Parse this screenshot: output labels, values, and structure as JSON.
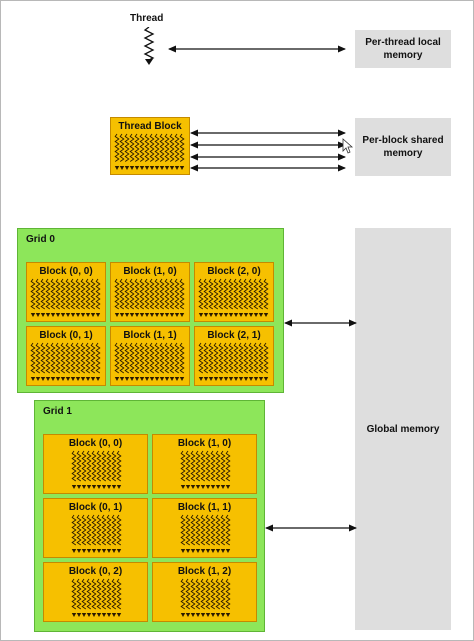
{
  "thread_label": "Thread",
  "thread_block_label": "Thread Block",
  "memory": {
    "per_thread_local": "Per-thread local\nmemory",
    "per_block_shared": "Per-block shared\nmemory",
    "global": "Global memory"
  },
  "grid0": {
    "label": "Grid 0",
    "blocks": [
      "Block (0, 0)",
      "Block (1, 0)",
      "Block (2, 0)",
      "Block (0, 1)",
      "Block (1, 1)",
      "Block (2, 1)"
    ]
  },
  "grid1": {
    "label": "Grid 1",
    "blocks": [
      "Block (0, 0)",
      "Block (1, 0)",
      "Block (0, 1)",
      "Block (1, 1)",
      "Block (0, 2)",
      "Block (1, 2)"
    ]
  },
  "colors": {
    "grid_fill": "#8de65a",
    "block_fill": "#f6c000",
    "memory_fill": "#dedede",
    "arrow": "#111111"
  }
}
